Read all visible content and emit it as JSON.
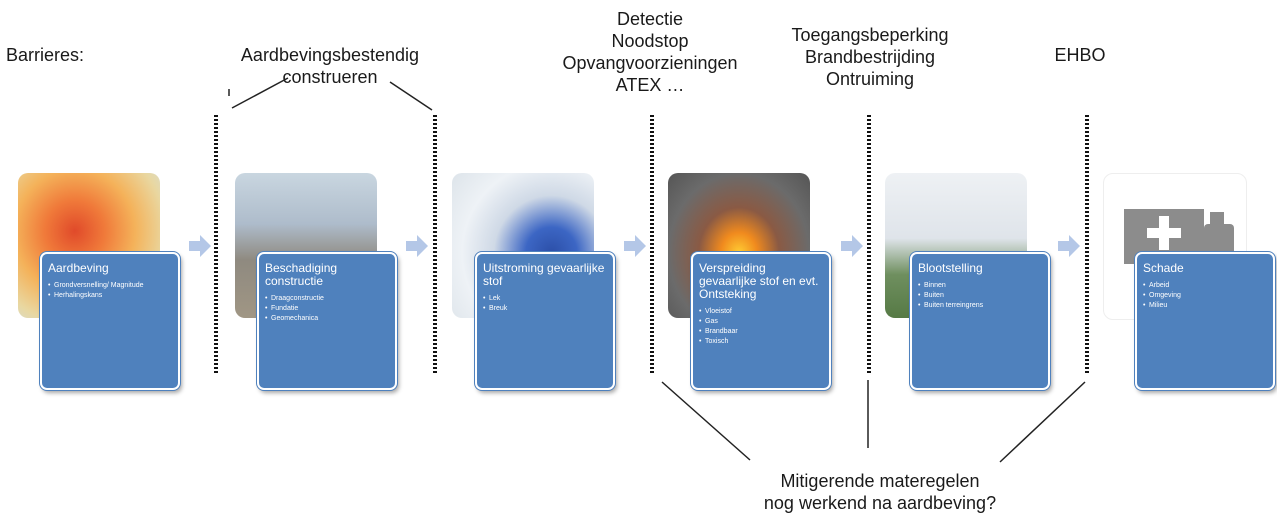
{
  "header": {
    "barriers_label": "Barrieres:",
    "barrier_texts": [
      "Aardbevingsbestendig\nconstrueren",
      "Detectie\nNoodstop\nOpvangvoorzieningen\nATEX …",
      "Toegangsbeperking\nBrandbestrijding\nOntruiming",
      "EHBO"
    ]
  },
  "stages": [
    {
      "title": "Aardbeving",
      "items": [
        "Grondversnelling/ Magnitude",
        "Herhalingskans"
      ]
    },
    {
      "title": "Beschadiging constructie",
      "items": [
        "Draagconstructie",
        "Fundatie",
        "Geomechanica"
      ]
    },
    {
      "title": "Uitstroming gevaarlijke stof",
      "items": [
        "Lek",
        "Breuk"
      ]
    },
    {
      "title": "Verspreiding gevaarlijke stof en evt. Ontsteking",
      "items": [
        "Vloeistof",
        "Gas",
        "Brandbaar",
        "Toxisch"
      ]
    },
    {
      "title": "Blootstelling",
      "items": [
        "Binnen",
        "Buiten",
        "Buiten terreingrens"
      ]
    },
    {
      "title": "Schade",
      "items": [
        "Arbeid",
        "Omgeving",
        "Milieu"
      ]
    }
  ],
  "footer": {
    "mitigation_text": "Mitigerende materegelen\nnog werkend na aardbeving?"
  },
  "colors": {
    "card": "#4f81bd",
    "arrow": "#b4c7e7"
  }
}
